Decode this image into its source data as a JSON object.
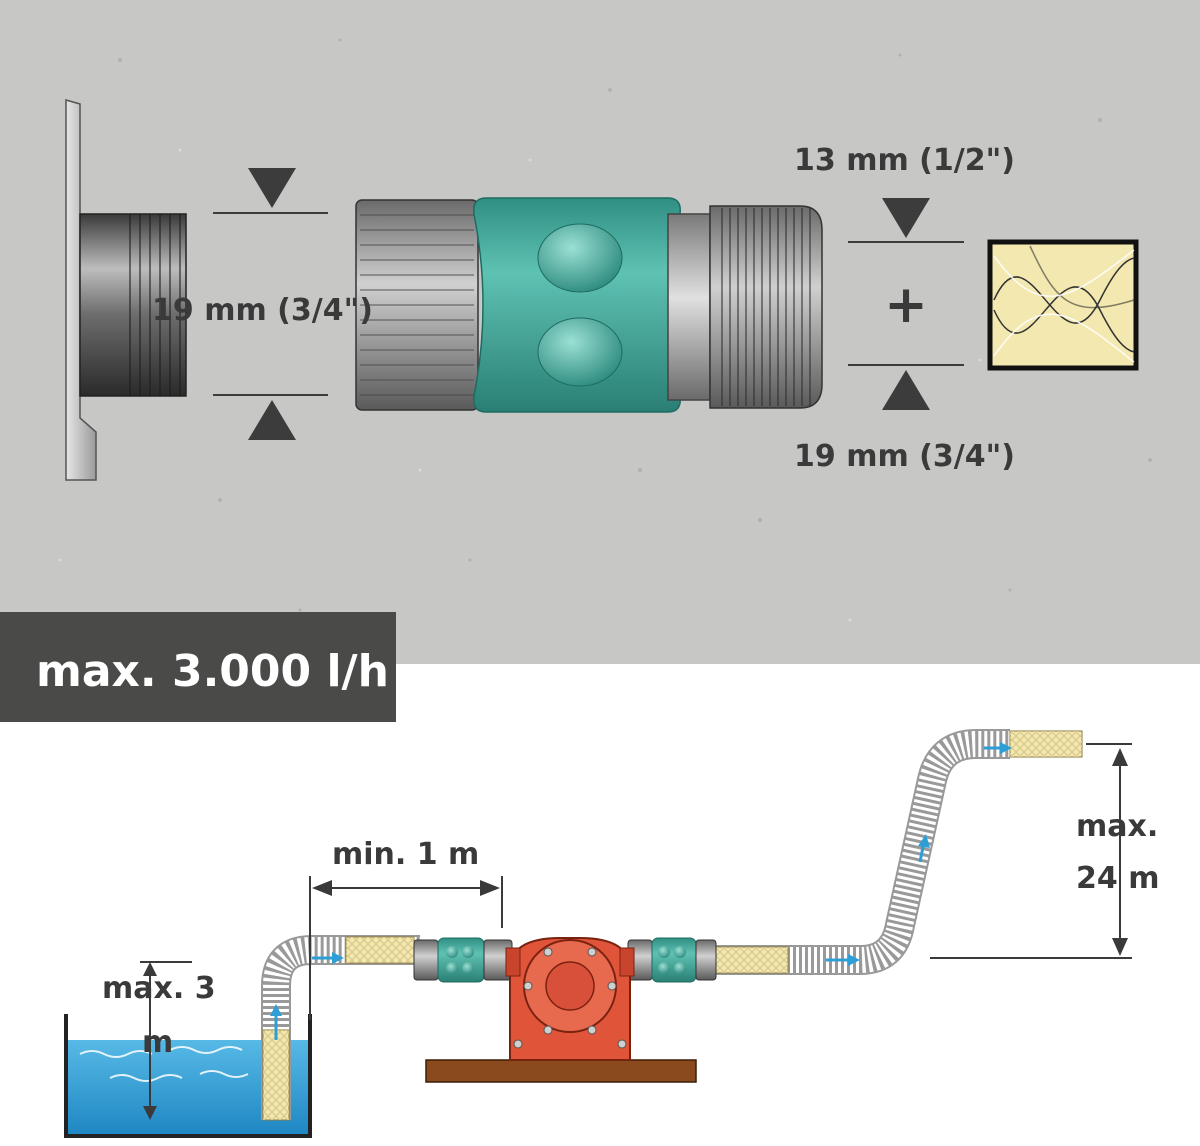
{
  "top_panel": {
    "label_left_thread": "19 mm (3/4\")",
    "label_hose_small": "13 mm (1/2\")",
    "label_plus": "+",
    "label_hose_large": "19 mm (3/4\")"
  },
  "flow_badge": {
    "text": "max. 3.000 l/h"
  },
  "bottom_diagram": {
    "label_min_distance": "min. 1 m",
    "label_suction_height_line1": "max. 3",
    "label_suction_height_line2": "m",
    "label_delivery_height_line1": "max.",
    "label_delivery_height_line2": "24 m"
  },
  "colors": {
    "concrete": "#c8c8c6",
    "connector_green": "#3fa89a",
    "pump_orange": "#e0553a",
    "water_blue": "#2e9fd6",
    "badge_gray": "#4a4a48",
    "base_brown": "#8a4a1e"
  }
}
